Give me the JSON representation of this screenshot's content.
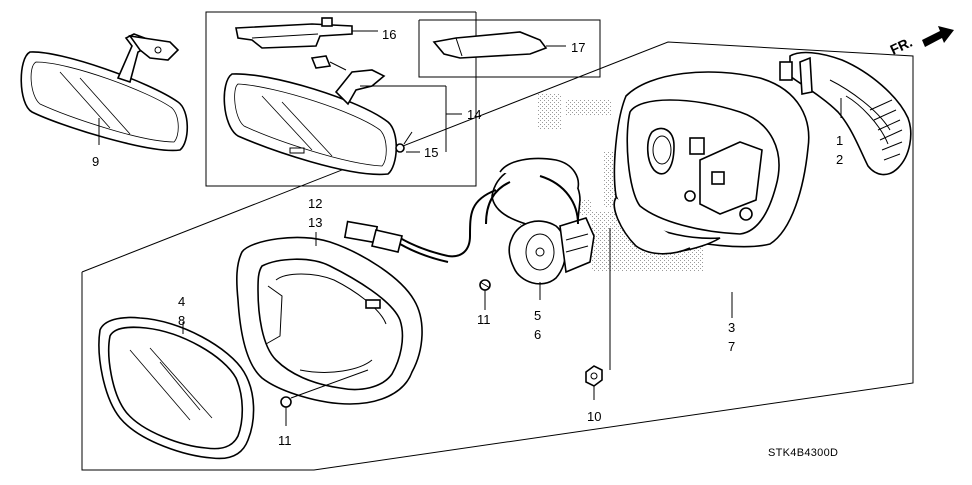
{
  "diagram": {
    "code": "STK4B4300D",
    "direction": {
      "text": "FR."
    },
    "callouts": {
      "p9": "9",
      "p16": "16",
      "p17": "17",
      "p14": "14",
      "p15": "15",
      "p12": "12",
      "p13": "13",
      "p4": "4",
      "p8": "8",
      "p11a": "11",
      "p11b": "11",
      "p5": "5",
      "p6": "6",
      "p3": "3",
      "p7": "7",
      "p1": "1",
      "p2": "2",
      "p10": "10"
    }
  }
}
